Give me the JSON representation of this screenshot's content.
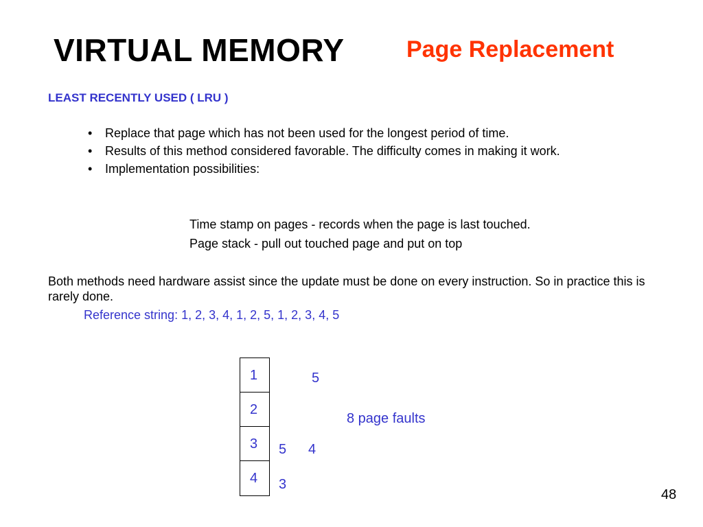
{
  "slide": {
    "title": "VIRTUAL MEMORY",
    "subtitle": "Page Replacement",
    "section_heading": "LEAST RECENTLY USED ( LRU )",
    "bullet_symbol": "•",
    "bullets": [
      "Replace that page which has not been used for the longest period of time.",
      "Results of this method considered favorable. The difficulty comes in making it work.",
      "Implementation possibilities:"
    ],
    "sub_lines": [
      "Time stamp on pages - records when the page is last touched.",
      "Page stack - pull out touched page and put on top"
    ],
    "note": "Both methods need hardware assist since the update must be done on every instruction. So in practice this is rarely done.",
    "reference_string": "Reference string: 1, 2, 3, 4, 1, 2, 5, 1, 2, 3, 4, 5",
    "frames": [
      "1",
      "2",
      "3",
      "4"
    ],
    "annotations": {
      "five_top": "5",
      "faults": "8 page faults",
      "five_left": "5",
      "four": "4",
      "three": "3"
    },
    "page_number": "48",
    "colors": {
      "subtitle": "#ff3300",
      "accent_blue": "#3333cc",
      "text": "#000000"
    }
  }
}
